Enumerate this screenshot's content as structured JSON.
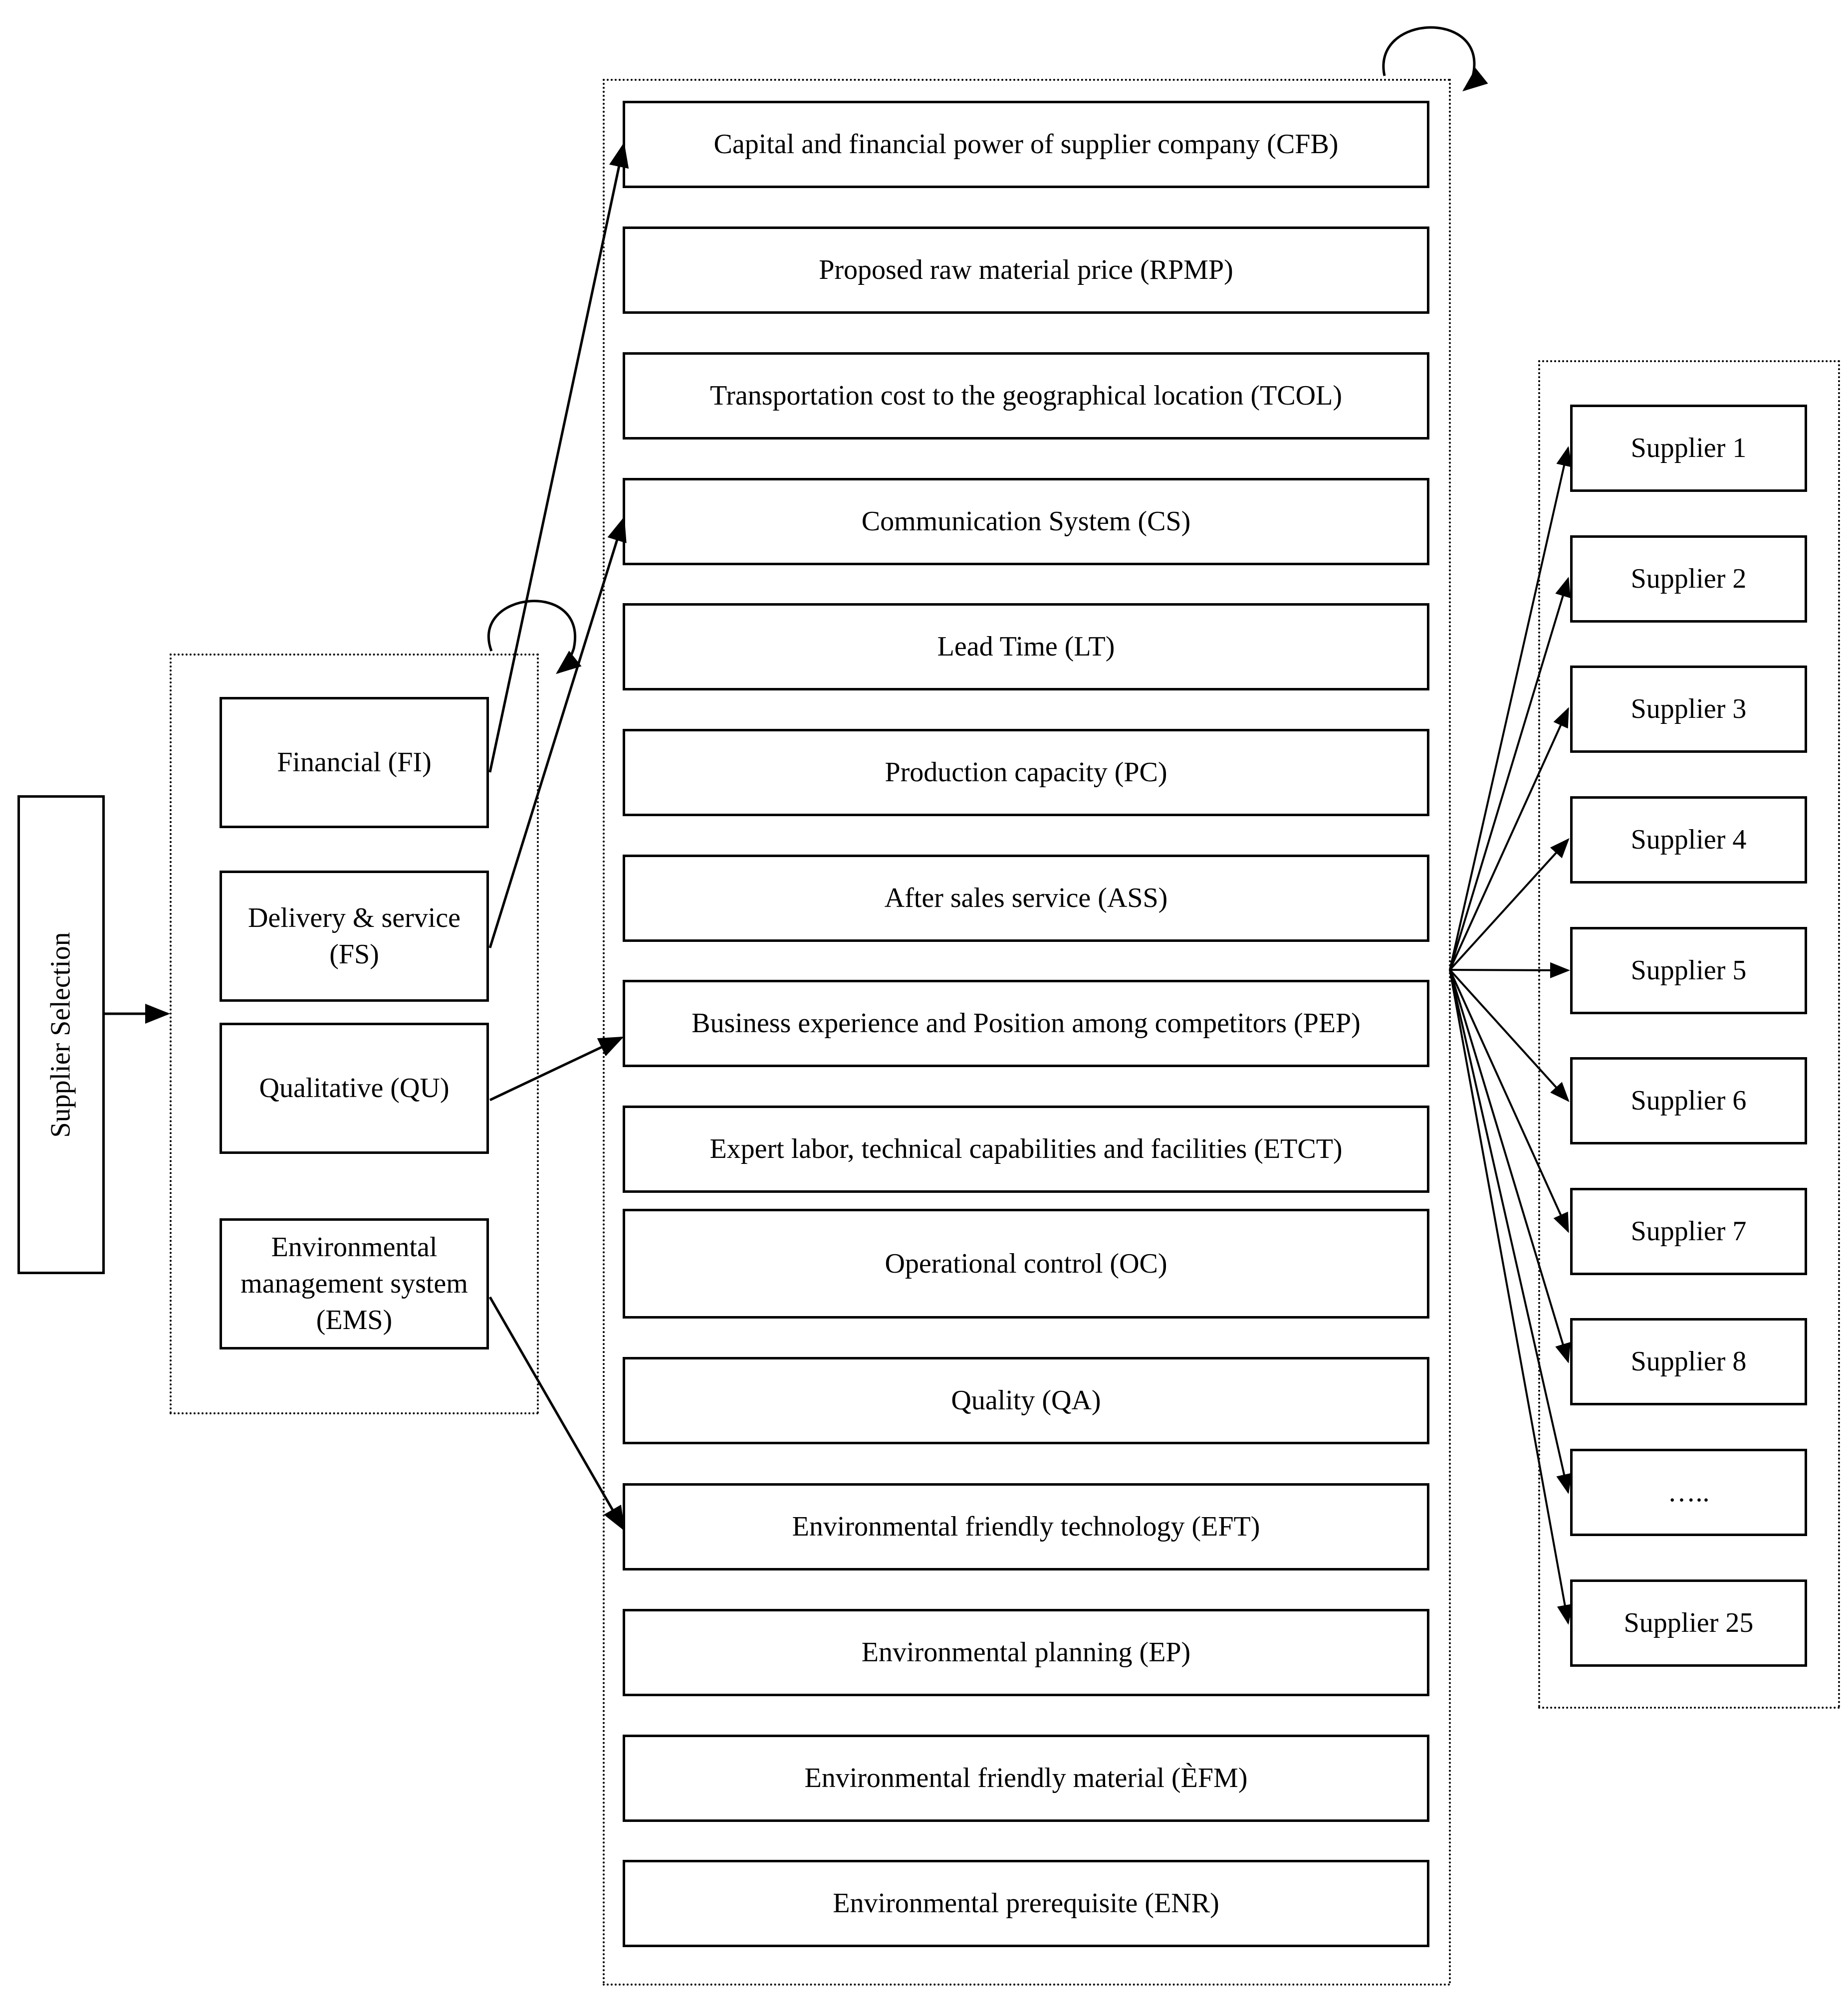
{
  "root": {
    "label": "Supplier Selection"
  },
  "criteria": [
    {
      "id": "fi",
      "label": "Financial (FI)"
    },
    {
      "id": "fs",
      "label": "Delivery & service (FS)"
    },
    {
      "id": "qu",
      "label": "Qualitative (QU)"
    },
    {
      "id": "ems",
      "label": "Environmental management system (EMS)"
    }
  ],
  "subcriteria": [
    {
      "id": "cfb",
      "label": "Capital and financial power of supplier company (CFB)"
    },
    {
      "id": "rpmp",
      "label": "Proposed raw material price (RPMP)"
    },
    {
      "id": "tcol",
      "label": "Transportation cost to the geographical location  (TCOL)"
    },
    {
      "id": "cs",
      "label": "Communication System (CS)"
    },
    {
      "id": "lt",
      "label": "Lead Time (LT)"
    },
    {
      "id": "pc",
      "label": "Production capacity (PC)"
    },
    {
      "id": "ass",
      "label": "After sales service (ASS)"
    },
    {
      "id": "pep",
      "label": "Business experience and Position among competitors (PEP)"
    },
    {
      "id": "etct",
      "label": "Expert labor, technical capabilities and facilities (ETCT)"
    },
    {
      "id": "oc",
      "label": "Operational control (OC)"
    },
    {
      "id": "qa",
      "label": "Quality (QA)"
    },
    {
      "id": "eft",
      "label": "Environmental friendly technology (EFT)"
    },
    {
      "id": "ep",
      "label": "Environmental planning (EP)"
    },
    {
      "id": "efm",
      "label": "Environmental friendly material (ÈFM)"
    },
    {
      "id": "enr",
      "label": "Environmental prerequisite (ENR)"
    }
  ],
  "alternatives": [
    {
      "id": "s1",
      "label": "Supplier 1"
    },
    {
      "id": "s2",
      "label": "Supplier 2"
    },
    {
      "id": "s3",
      "label": "Supplier 3"
    },
    {
      "id": "s4",
      "label": "Supplier 4"
    },
    {
      "id": "s5",
      "label": "Supplier 5"
    },
    {
      "id": "s6",
      "label": "Supplier 6"
    },
    {
      "id": "s7",
      "label": "Supplier 7"
    },
    {
      "id": "s8",
      "label": "Supplier 8"
    },
    {
      "id": "sdots",
      "label": "….."
    },
    {
      "id": "s25",
      "label": "Supplier 25"
    }
  ],
  "links": [
    {
      "from": "root",
      "to": "criteria-group"
    },
    {
      "from": "fi",
      "to": "cfb"
    },
    {
      "from": "fs",
      "to": "cs"
    },
    {
      "from": "qu",
      "to": "pep"
    },
    {
      "from": "ems",
      "to": "eft"
    },
    {
      "from": "subcriteria-group",
      "to": "s1"
    },
    {
      "from": "subcriteria-group",
      "to": "s2"
    },
    {
      "from": "subcriteria-group",
      "to": "s3"
    },
    {
      "from": "subcriteria-group",
      "to": "s4"
    },
    {
      "from": "subcriteria-group",
      "to": "s5"
    },
    {
      "from": "subcriteria-group",
      "to": "s6"
    },
    {
      "from": "subcriteria-group",
      "to": "s7"
    },
    {
      "from": "subcriteria-group",
      "to": "s8"
    },
    {
      "from": "subcriteria-group",
      "to": "sdots"
    },
    {
      "from": "subcriteria-group",
      "to": "s25"
    }
  ],
  "feedback_loops": [
    "criteria-group",
    "subcriteria-group"
  ]
}
